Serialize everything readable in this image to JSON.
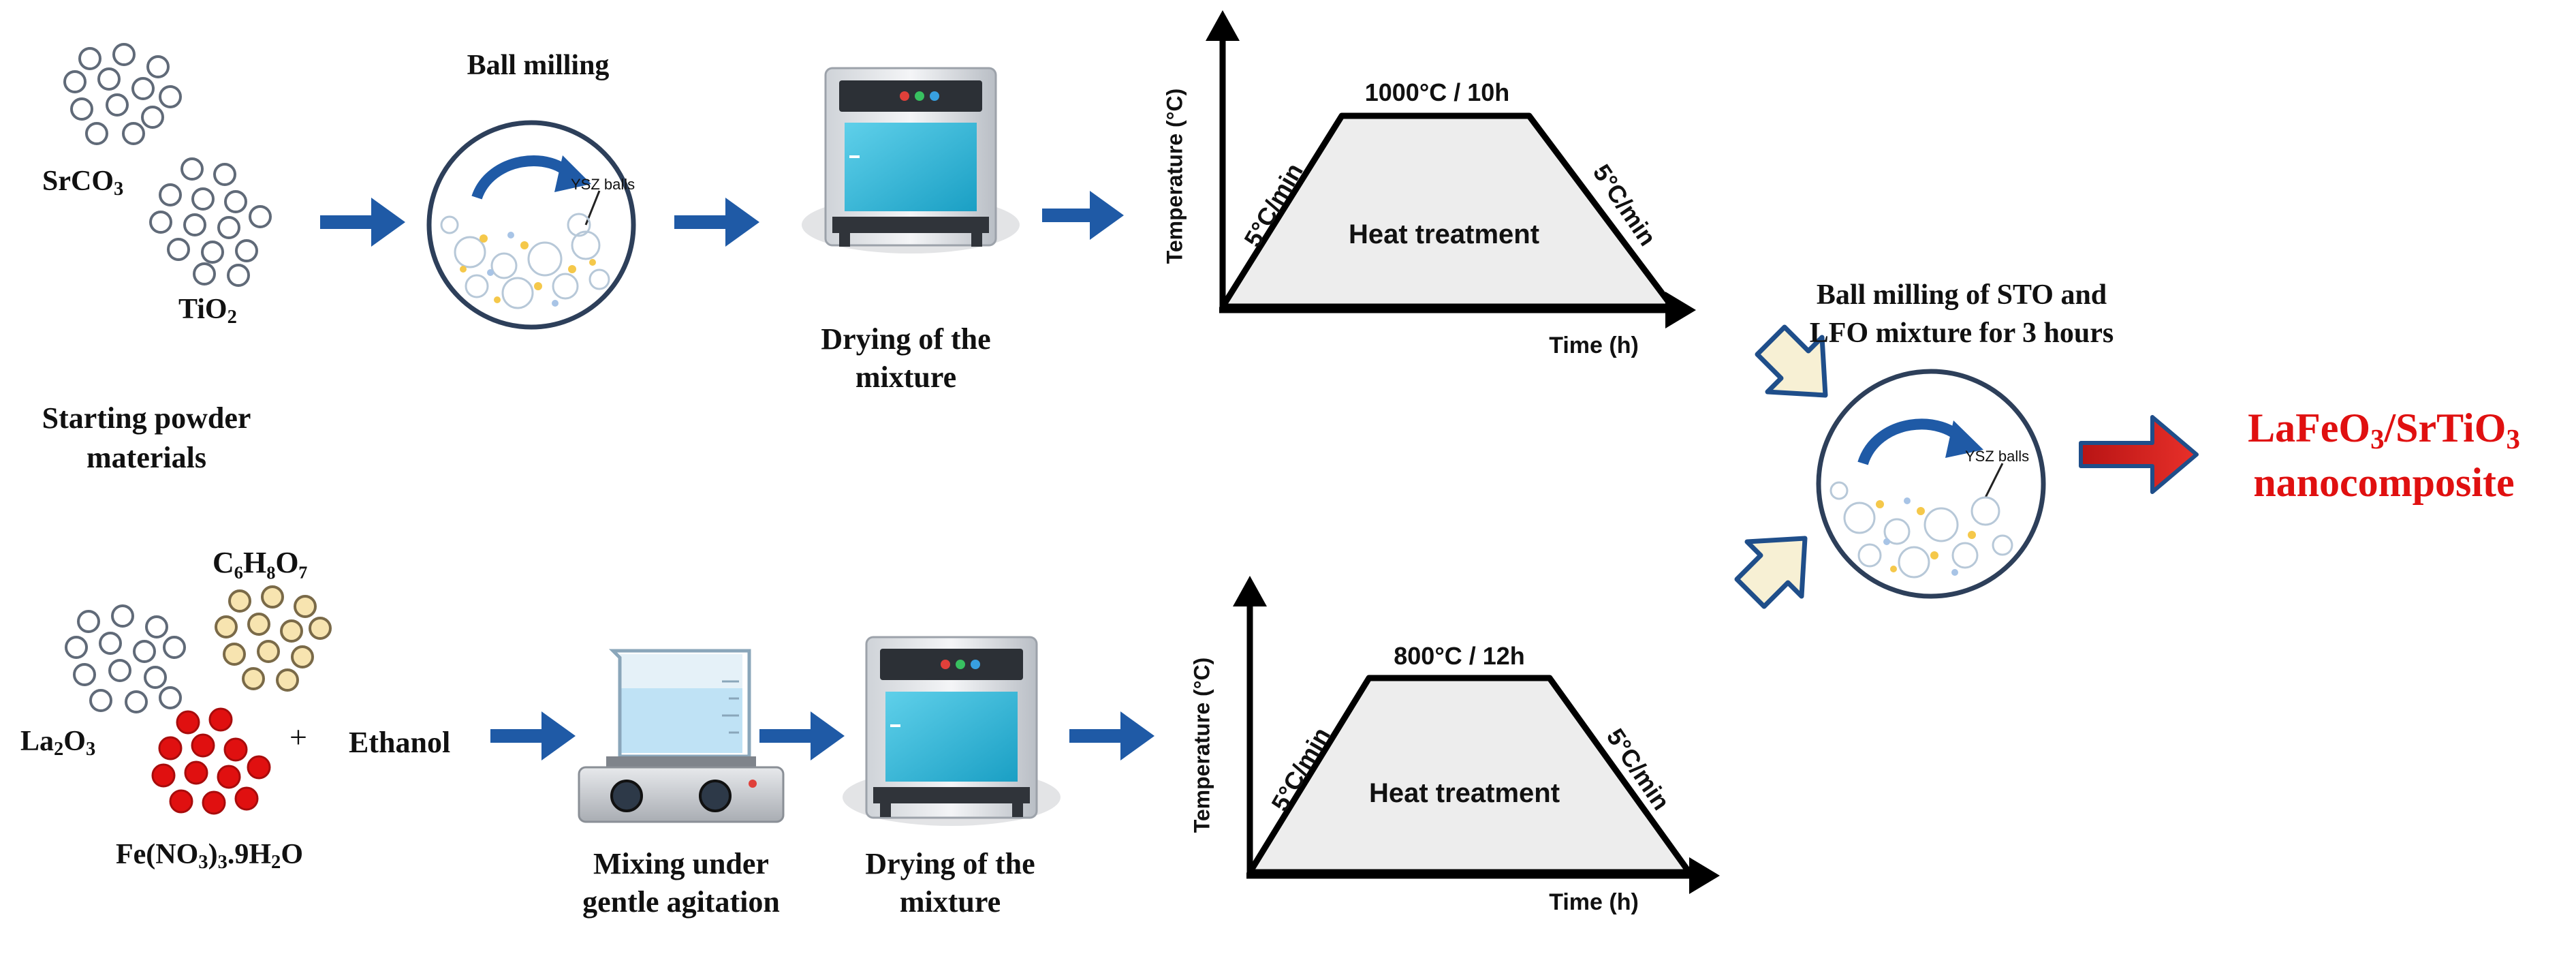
{
  "top_route": {
    "reagents": [
      "SrCO",
      "3",
      "TiO",
      "2"
    ],
    "starting_label": [
      "Starting powder",
      "materials"
    ],
    "ball_mill_title": "Ball milling",
    "ysz_label": "YSZ balls",
    "drying_label": [
      "Drying of the",
      "mixture"
    ],
    "heat_chart": {
      "y_axis": "Temperature (°C)",
      "x_axis": "Time (h)",
      "plateau": "1000°C / 10h",
      "ramp_up": "5°C/min",
      "ramp_down": "5°C/min",
      "center": "Heat treatment"
    }
  },
  "bottom_route": {
    "citric": "C₆H₈O₇",
    "la": [
      "La",
      "2",
      "O",
      "3"
    ],
    "fe": [
      "Fe(NO",
      "3",
      ")",
      "3",
      ".9H",
      "2",
      "O"
    ],
    "plus": "+",
    "ethanol": "Ethanol",
    "mixing_label": [
      "Mixing under",
      "gentle agitation"
    ],
    "drying_label": [
      "Drying of the",
      "mixture"
    ],
    "heat_chart": {
      "y_axis": "Temperature (°C)",
      "x_axis": "Time (h)",
      "plateau": "800°C / 12h",
      "ramp_up": "5°C/min",
      "ramp_down": "5°C/min",
      "center": "Heat treatment"
    }
  },
  "final": {
    "mill_title": [
      "Ball milling of STO and",
      "LFO mixture for 3 hours"
    ],
    "ysz_label": "YSZ balls",
    "product": [
      "LaFeO",
      "3",
      "/SrTiO",
      "3"
    ],
    "product_line2": "nanocomposite"
  },
  "colors": {
    "arrow_blue": "#1f5aa6",
    "beaker_fill": "#bfe2f5",
    "oven_glass": "#2bb6d9",
    "heat_fill": "#ededed",
    "citric_fill": "#f7e4b0",
    "fe_fill": "#e01010",
    "product_red": "#e01010",
    "final_arrow": "#d51c1c"
  }
}
